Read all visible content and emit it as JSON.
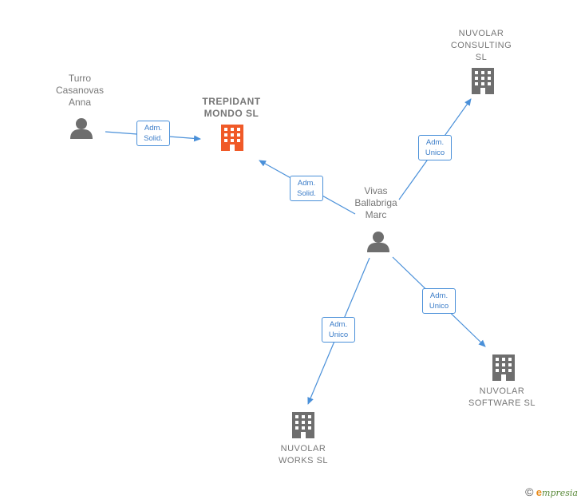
{
  "nodes": {
    "turro": {
      "label_lines": [
        "Turro",
        "Casanovas",
        "Anna"
      ]
    },
    "trepidant": {
      "label_lines": [
        "TREPIDANT",
        "MONDO  SL"
      ]
    },
    "nuvolar_consulting": {
      "label_lines": [
        "NUVOLAR",
        "CONSULTING",
        "SL"
      ]
    },
    "vivas": {
      "label_lines": [
        "Vivas",
        "Ballabriga",
        "Marc"
      ]
    },
    "nuvolar_software": {
      "label_lines": [
        "NUVOLAR",
        "SOFTWARE  SL"
      ]
    },
    "nuvolar_works": {
      "label_lines": [
        "NUVOLAR",
        "WORKS  SL"
      ]
    }
  },
  "edges": [
    {
      "from": "turro",
      "to": "trepidant",
      "role": [
        "Adm.",
        "Solid."
      ]
    },
    {
      "from": "vivas",
      "to": "trepidant",
      "role": [
        "Adm.",
        "Solid."
      ]
    },
    {
      "from": "vivas",
      "to": "nuvolar_consulting",
      "role": [
        "Adm.",
        "Unico"
      ]
    },
    {
      "from": "vivas",
      "to": "nuvolar_software",
      "role": [
        "Adm.",
        "Unico"
      ]
    },
    {
      "from": "vivas",
      "to": "nuvolar_works",
      "role": [
        "Adm.",
        "Unico"
      ]
    }
  ],
  "colors": {
    "edge": "#4a90d9",
    "person_icon": "#6e6e6e",
    "company_icon": "#6e6e6e",
    "main_company_icon": "#f05a28"
  },
  "copyright": {
    "symbol": "©",
    "brand_initial": "e",
    "brand_rest": "mpresia"
  }
}
